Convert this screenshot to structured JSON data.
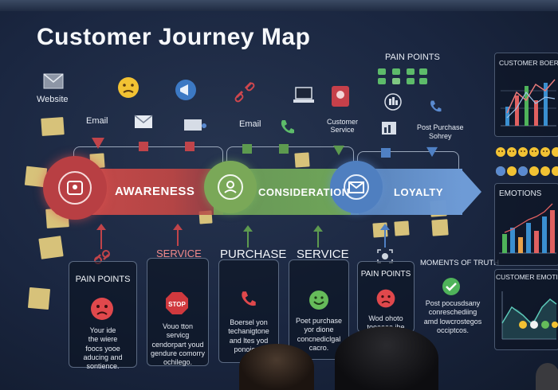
{
  "title": "Customer Journey Map",
  "top_labels": {
    "website": "Website",
    "email_left": "Email",
    "email_mid": "Email",
    "customer_service": "Customer\nService",
    "pain_points_top": "PAIN POINTS",
    "post_purchase_survey": "Post Purchase\nSohrey"
  },
  "stages": {
    "awareness": "AWARENESS",
    "consideration": "CONSIDERATION",
    "loyalty": "LOYALTY"
  },
  "sections": {
    "service_left": "SERVICE",
    "purchase": "PURCHASE",
    "service_right": "SERVICE",
    "moments_of_truth": "MOMENTS OF TRUTH"
  },
  "cards": {
    "pain_points_left": {
      "title": "PAIN POINTS",
      "text": "Your ide\nthe wiere\nfoocs yooe\naducing and\nsontience."
    },
    "service_stop": {
      "text": "Vouo tton\nservicg\ncendorpart youd\ngendure comorry\nochilego."
    },
    "purchase": {
      "text": "Boersel yon\ntechanigtone\nand ltes yod\nponojone"
    },
    "service_post": {
      "text": "Poet purchase\nyor dione\nconcnediclgal\ncacro."
    },
    "pain_points_right": {
      "title": "PAIN POINTS",
      "text": "Wod ohoto\ntoeaoae ihe"
    },
    "moments": {
      "text": "Post pocusdsany\nconreschediing\namd lowcrostegos\nocciptcos."
    }
  },
  "right_panels": {
    "customer_top": "CUSTOMER BOER",
    "emotions": "EMOTIONS",
    "customer_emotions": "CUSTOMER EMOTIONS"
  },
  "colors": {
    "awareness": "#c94b4b",
    "consideration": "#6fa659",
    "loyalty": "#6e9bd6",
    "connector_red": "#c0444a",
    "connector_green": "#5d9a4f",
    "connector_blue": "#4f80c4",
    "emoji_yellow": "#f2c233"
  }
}
